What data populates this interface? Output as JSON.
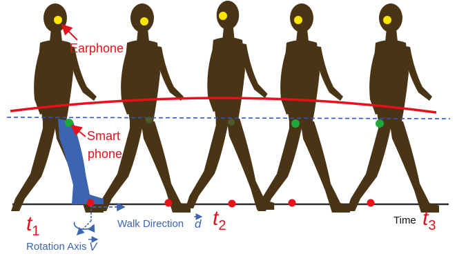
{
  "labels": {
    "earphone": "Earphone",
    "smartphone_line1": "Smart",
    "smartphone_line2": "phone",
    "walk_direction": "Walk Direction",
    "walk_direction_symbol": "d",
    "rotation_axis": "Rotation Axis",
    "rotation_axis_symbol": "V",
    "time": "Time"
  },
  "time_marks": [
    {
      "base": "t",
      "sub": "1"
    },
    {
      "base": "t",
      "sub": "2"
    },
    {
      "base": "t",
      "sub": "3"
    }
  ],
  "colors": {
    "figure": "#4a3416",
    "head_marker": "#ffe600",
    "hip_marker": "#1fa83a",
    "contact_point": "#e8101a",
    "trajectory": "#e8101a",
    "reference_line": "#2a55c8",
    "phone_leg": "#3d64b0",
    "label_red": "#e8101a",
    "label_blue": "#3d64b0",
    "ground": "#2b2b2b"
  }
}
